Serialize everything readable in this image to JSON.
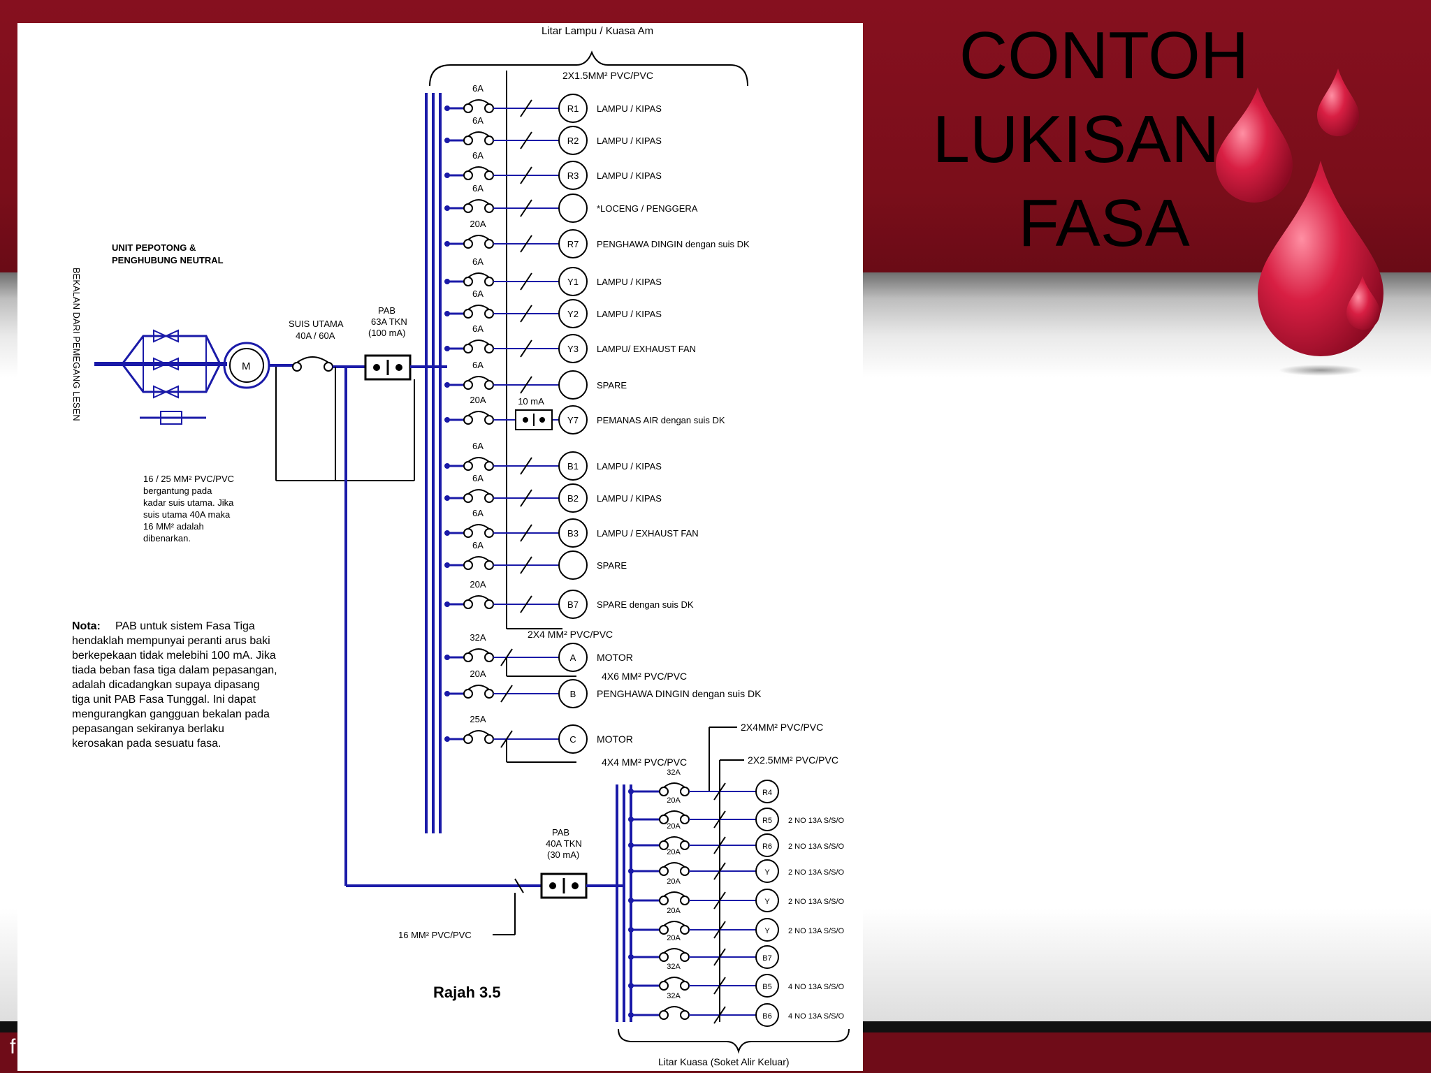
{
  "slide": {
    "title_lines": [
      "CONTOH",
      "LUKISAN 3",
      "FASA"
    ],
    "footer_mark": "f"
  },
  "diagram": {
    "top_bracket_label": "Litar Lampu / Kuasa Am",
    "top_cable": "2X1.5MM² PVC/PVC",
    "neutral_unit": [
      "UNIT PEPOTONG &",
      "PENGHUBUNG NEUTRAL"
    ],
    "supply_label": "BEKALAN DARI PEMEGANG LESEN",
    "meter": "M",
    "main_switch": [
      "SUIS UTAMA",
      "40A / 60A"
    ],
    "pab_main": [
      "PAB",
      "63A TKN",
      "(100 mA)"
    ],
    "main_cable_note": [
      "16 / 25 MM² PVC/PVC",
      "bergantung pada",
      "kadar suis utama. Jika",
      "suis utama 40A maka",
      "16 MM² adalah",
      "dibenarkan."
    ],
    "nota_label": "Nota:",
    "nota_text": [
      "PAB untuk sistem Fasa Tiga",
      "hendaklah mempunyai peranti arus baki",
      "berkepekaan tidak melebihi 100 mA. Jika",
      "tiada beban fasa tiga dalam pepasangan,",
      "adalah dicadangkan supaya dipasang",
      "tiga unit PAB Fasa Tunggal. Ini dapat",
      "mengurangkan gangguan bekalan pada",
      "pepasangan sekiranya berlaku",
      "kerosakan pada sesuatu fasa."
    ],
    "circuits": [
      {
        "rating": "6A",
        "code": "R1",
        "desc": "LAMPU / KIPAS"
      },
      {
        "rating": "6A",
        "code": "R2",
        "desc": "LAMPU / KIPAS"
      },
      {
        "rating": "6A",
        "code": "R3",
        "desc": "LAMPU / KIPAS"
      },
      {
        "rating": "6A",
        "code": "",
        "desc": "*LOCENG / PENGGERA"
      },
      {
        "rating": "20A",
        "code": "R7",
        "desc": "PENGHAWA DINGIN dengan suis DK"
      },
      {
        "rating": "6A",
        "code": "Y1",
        "desc": "LAMPU / KIPAS"
      },
      {
        "rating": "6A",
        "code": "Y2",
        "desc": "LAMPU / KIPAS"
      },
      {
        "rating": "6A",
        "code": "Y3",
        "desc": "LAMPU/ EXHAUST FAN"
      },
      {
        "rating": "6A",
        "code": "",
        "desc": "SPARE"
      },
      {
        "rating": "20A",
        "code": "Y7",
        "desc": "PEMANAS AIR dengan suis DK"
      },
      {
        "rating": "6A",
        "code": "B1",
        "desc": "LAMPU / KIPAS"
      },
      {
        "rating": "6A",
        "code": "B2",
        "desc": "LAMPU / KIPAS"
      },
      {
        "rating": "6A",
        "code": "B3",
        "desc": "LAMPU / EXHAUST FAN"
      },
      {
        "rating": "6A",
        "code": "",
        "desc": "SPARE"
      },
      {
        "rating": "20A",
        "code": "B7",
        "desc": "SPARE dengan suis DK"
      }
    ],
    "rcd_10ma": "10 mA",
    "cable_2x4": "2X4 MM² PVC/PVC",
    "three_phase": [
      {
        "rating": "32A",
        "code": "A",
        "desc": "MOTOR"
      },
      {
        "rating": "20A",
        "code": "B",
        "desc": "PENGHAWA DINGIN dengan suis DK"
      },
      {
        "rating": "25A",
        "code": "C",
        "desc": "MOTOR"
      }
    ],
    "cable_4x6": "4X6 MM² PVC/PVC",
    "cable_4x4": "4X4 MM² PVC/PVC",
    "cable_2x4_sub": "2X4MM² PVC/PVC",
    "cable_2x25": "2X2.5MM² PVC/PVC",
    "pab_sub": [
      "PAB",
      "40A TKN",
      "(30 mA)"
    ],
    "sub_cable": "16 MM² PVC/PVC",
    "sockets": [
      {
        "rating": "32A",
        "code": "R4",
        "desc": ""
      },
      {
        "rating": "20A",
        "code": "R5",
        "desc": "2 NO 13A S/S/O"
      },
      {
        "rating": "20A",
        "code": "R6",
        "desc": "2 NO 13A S/S/O"
      },
      {
        "rating": "20A",
        "code": "Y",
        "desc": "2 NO 13A S/S/O"
      },
      {
        "rating": "20A",
        "code": "Y",
        "desc": "2 NO 13A S/S/O"
      },
      {
        "rating": "20A",
        "code": "Y",
        "desc": "2 NO 13A S/S/O"
      },
      {
        "rating": "20A",
        "code": "B7",
        "desc": ""
      },
      {
        "rating": "32A",
        "code": "B5",
        "desc": "4 NO 13A S/S/O"
      },
      {
        "rating": "32A",
        "code": "B6",
        "desc": "4 NO 13A S/S/O"
      }
    ],
    "bottom_bracket_label": "Litar Kuasa (Soket Alir Keluar)",
    "figure_caption": "Rajah 3.5"
  },
  "colors": {
    "accent": "#7a0e1a",
    "wire": "#1a1aa8",
    "ink": "#000000"
  }
}
